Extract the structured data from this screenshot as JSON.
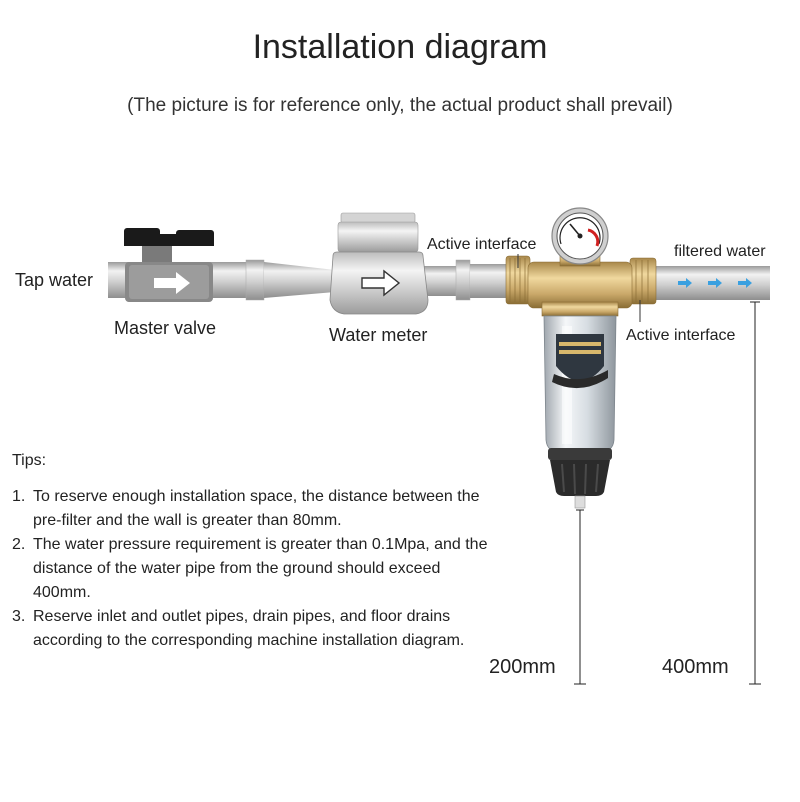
{
  "header": {
    "title": "Installation diagram",
    "subtitle": "(The picture is for reference only, the actual product shall prevail)"
  },
  "labels": {
    "tap_water": "Tap water",
    "master_valve": "Master valve",
    "water_meter": "Water meter",
    "active_interface_top": "Active interface",
    "active_interface_right": "Active interface",
    "filtered_water": "filtered water"
  },
  "tips": {
    "heading": "Tips:",
    "items": [
      {
        "num": "1.",
        "text": "To reserve enough installation space, the distance between the pre-filter and the wall is greater than 80mm."
      },
      {
        "num": "2.",
        "text": "The water pressure requirement is greater than 0.1Mpa, and the distance of the water pipe from the ground should exceed 400mm."
      },
      {
        "num": "3.",
        "text": "Reserve inlet and outlet pipes, drain pipes, and floor drains according to the corresponding machine installation diagram."
      }
    ]
  },
  "dimensions": {
    "left": "200mm",
    "right": "400mm"
  },
  "colors": {
    "pipe": "#c9c9c9",
    "brass": "#c9a869",
    "valve_handle": "#1a1a1a",
    "flow_arrow": "#3aa0e0",
    "bowl_cap": "#2b2b2b"
  }
}
